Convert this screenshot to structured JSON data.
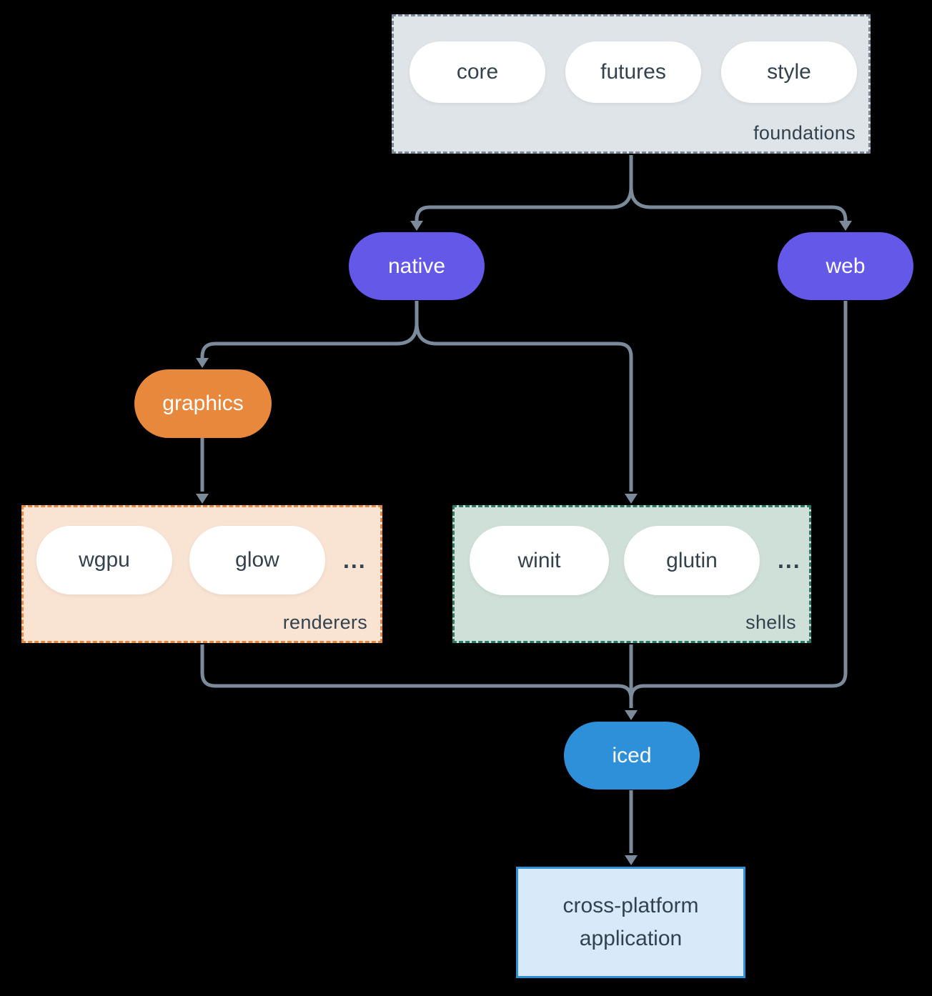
{
  "colors": {
    "background": "#000000",
    "connector": "#7b8b9c",
    "text_dark": "#33424f",
    "text_light": "#ffffff",
    "node_purple": "#6458e9",
    "node_orange": "#e8883c",
    "node_blue": "#2e90d9",
    "foundations_bg": "#dfe4e8",
    "foundations_border": "#7b8a9b",
    "renderers_bg": "#f9e3d3",
    "renderers_border": "#e8883c",
    "shells_bg": "#cfe0d8",
    "shells_border": "#2a7a68",
    "application_bg": "#d8e9f9",
    "application_border": "#2e90d9"
  },
  "groups": {
    "foundations": {
      "label": "foundations",
      "pills": [
        "core",
        "futures",
        "style"
      ]
    },
    "renderers": {
      "label": "renderers",
      "pills": [
        "wgpu",
        "glow"
      ],
      "ellipsis": "..."
    },
    "shells": {
      "label": "shells",
      "pills": [
        "winit",
        "glutin"
      ],
      "ellipsis": "..."
    }
  },
  "nodes": {
    "native": {
      "label": "native"
    },
    "web": {
      "label": "web"
    },
    "graphics": {
      "label": "graphics"
    },
    "iced": {
      "label": "iced"
    },
    "application": {
      "label": "cross-platform application"
    }
  }
}
